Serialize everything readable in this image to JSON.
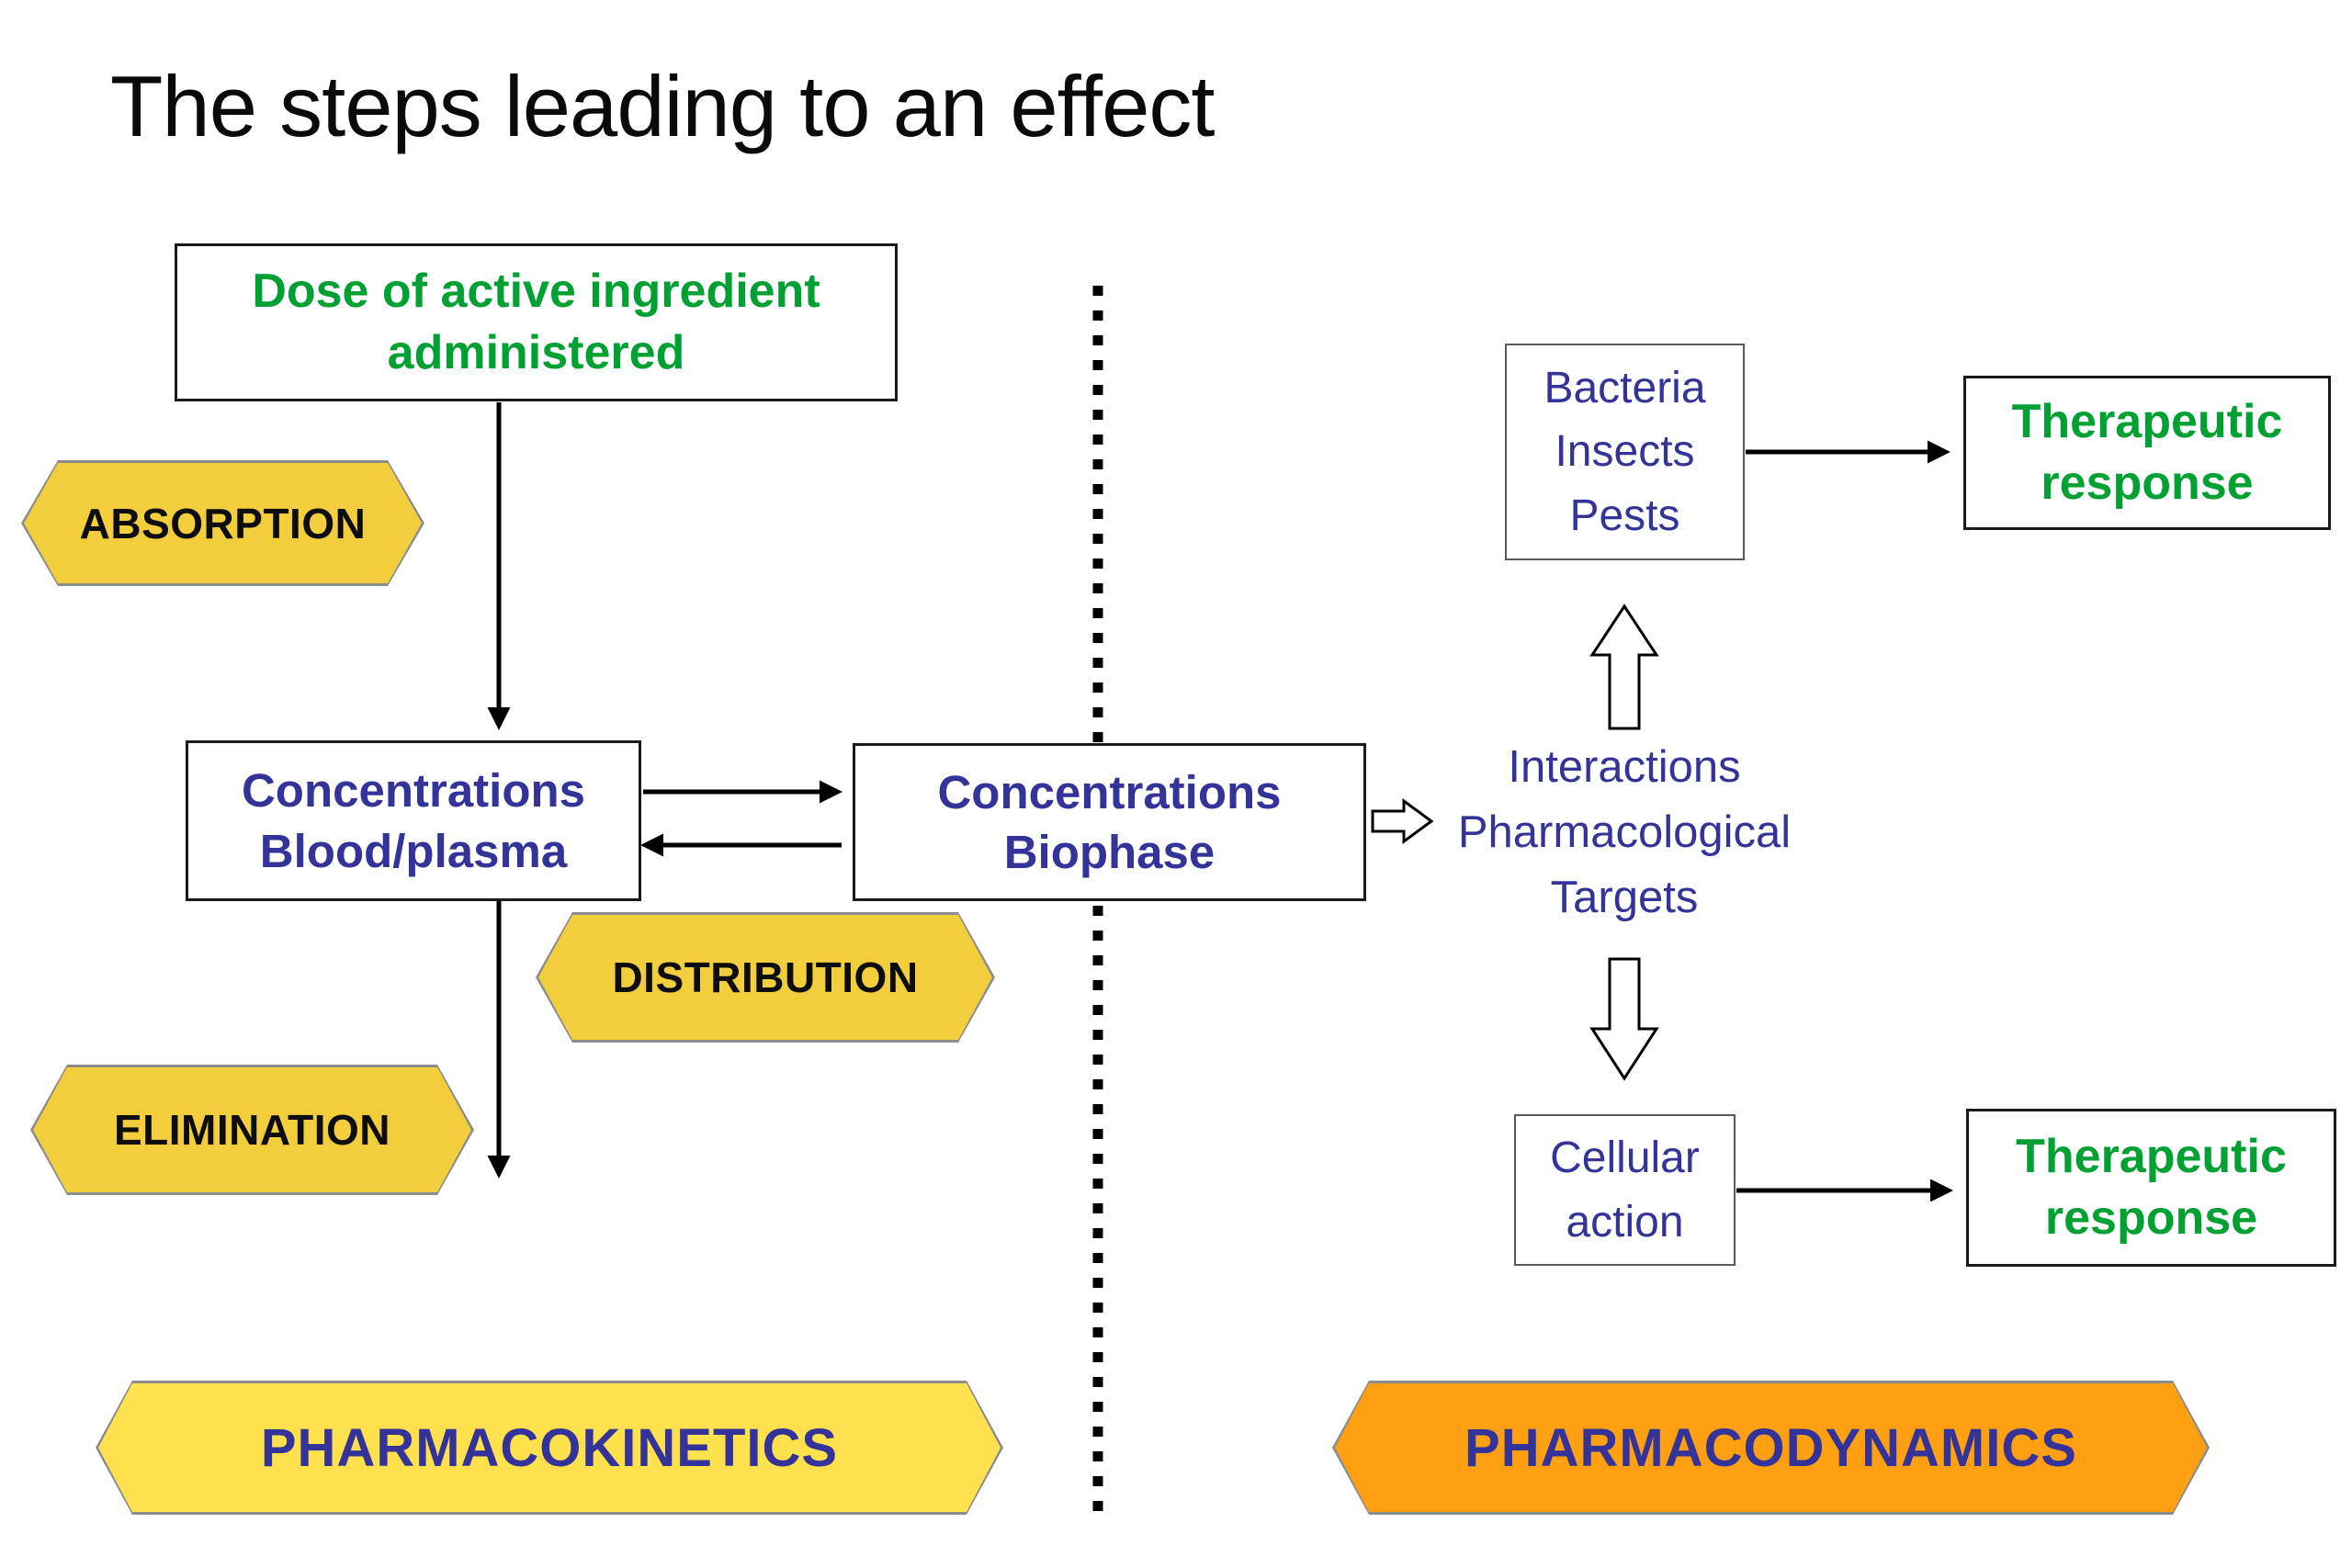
{
  "title": "The steps leading to an effect",
  "colors": {
    "green": "#00A033",
    "navy": "#333399",
    "yellowFill": "#F2CE3C",
    "yellowLightFill": "#FFE14D",
    "orangeFill": "#FFA013",
    "badgeBorder": "#8C8C8C"
  },
  "left_side": {
    "dose_box": "Dose of active ingredient\nadministered",
    "absorption_badge": "ABSORPTION",
    "blood_box": "Concentrations\nBlood/plasma",
    "biophase_box": "Concentrations\nBiophase",
    "distribution_badge": "DISTRIBUTION",
    "elimination_badge": "ELIMINATION",
    "pk_badge": "PHARMACOKINETICS"
  },
  "right_side": {
    "bacteria_box": "Bacteria\nInsects\nPests",
    "therapeutic_top": "Therapeutic\nresponse",
    "interactions_label": "Interactions\nPharmacological\nTargets",
    "cellular_box": "Cellular\naction",
    "therapeutic_bottom": "Therapeutic\nresponse",
    "pd_badge": "PHARMACODYNAMICS"
  }
}
